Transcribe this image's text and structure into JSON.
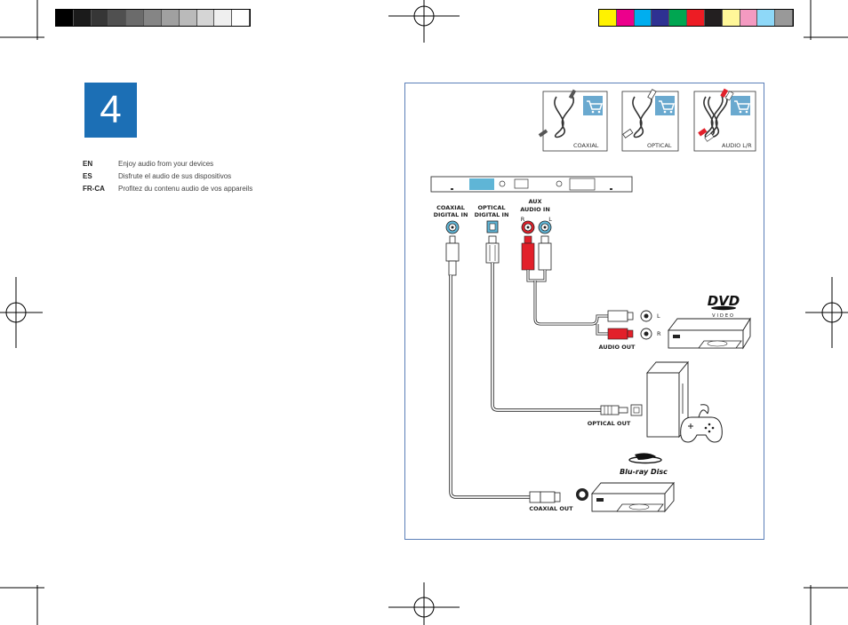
{
  "colors": {
    "step_blue": "#1c6fb5",
    "panel_border": "#5b7fb8",
    "cart_blue": "#6aa9cf",
    "port_teal": "#5fb5d6",
    "red_plug": "#e2202a"
  },
  "gray_swatches": [
    "#000000",
    "#1b1b1b",
    "#363636",
    "#505050",
    "#6b6b6b",
    "#858585",
    "#a0a0a0",
    "#bababa",
    "#d5d5d5",
    "#efefef",
    "#ffffff"
  ],
  "color_swatches": [
    "#fff200",
    "#ec008c",
    "#00aeef",
    "#2e3192",
    "#00a651",
    "#ed1c24",
    "#231f20",
    "#fff799",
    "#f49ac1",
    "#8ed8f8",
    "#999999"
  ],
  "step": {
    "number": "4"
  },
  "languages": [
    {
      "code": "EN",
      "text": "Enjoy audio from your devices"
    },
    {
      "code": "ES",
      "text": "Disfrute el audio de sus dispositivos"
    },
    {
      "code": "FR-CA",
      "text": "Profitez du contenu audio de vos appareils"
    }
  ],
  "cables": [
    {
      "label": "COAXIAL",
      "icon": "coaxial-cable-icon"
    },
    {
      "label": "OPTICAL",
      "icon": "optical-cable-icon"
    },
    {
      "label": "AUDIO L/R",
      "icon": "rca-cable-icon"
    }
  ],
  "ports": {
    "coaxial": [
      "COAXIAL",
      "DIGITAL IN"
    ],
    "optical": [
      "OPTICAL",
      "DIGITAL IN"
    ],
    "aux": [
      "AUX",
      "AUDIO IN"
    ],
    "aux_r": "R",
    "aux_l": "L"
  },
  "devices": {
    "dvd": {
      "out_label": "AUDIO OUT",
      "jack_l": "L",
      "jack_r": "R",
      "logo_top": "DVD",
      "logo_bottom": "VIDEO"
    },
    "console": {
      "out_label": "OPTICAL OUT"
    },
    "bluray": {
      "out_label": "COAXIAL OUT",
      "logo": "Blu-ray Disc"
    }
  }
}
